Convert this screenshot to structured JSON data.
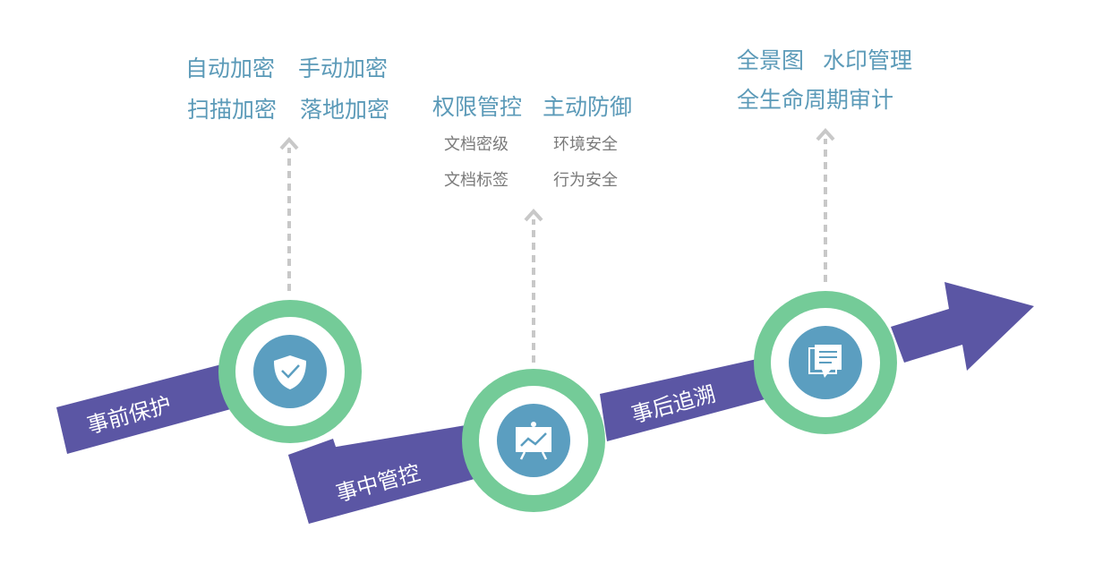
{
  "stages": [
    {
      "label": "事前保护",
      "icon": "shield-check-icon"
    },
    {
      "label": "事中管控",
      "icon": "chart-board-icon"
    },
    {
      "label": "事后追溯",
      "icon": "document-chat-icon"
    }
  ],
  "groups": {
    "before": {
      "features": [
        "自动加密",
        "手动加密",
        "扫描加密",
        "落地加密"
      ]
    },
    "during": {
      "features": [
        "权限管控",
        "主动防御"
      ],
      "sub_features": [
        "文档密级",
        "环境安全",
        "文档标签",
        "行为安全"
      ]
    },
    "after": {
      "features": [
        "全景图",
        "水印管理",
        "全生命周期审计"
      ]
    }
  },
  "colors": {
    "band": "#5b56a4",
    "ring": "#74cb98",
    "core": "#5b9ec0",
    "feature_text": "#5b9ab8",
    "sub_text": "#7a7a7a",
    "connector": "#c8c8c8"
  }
}
